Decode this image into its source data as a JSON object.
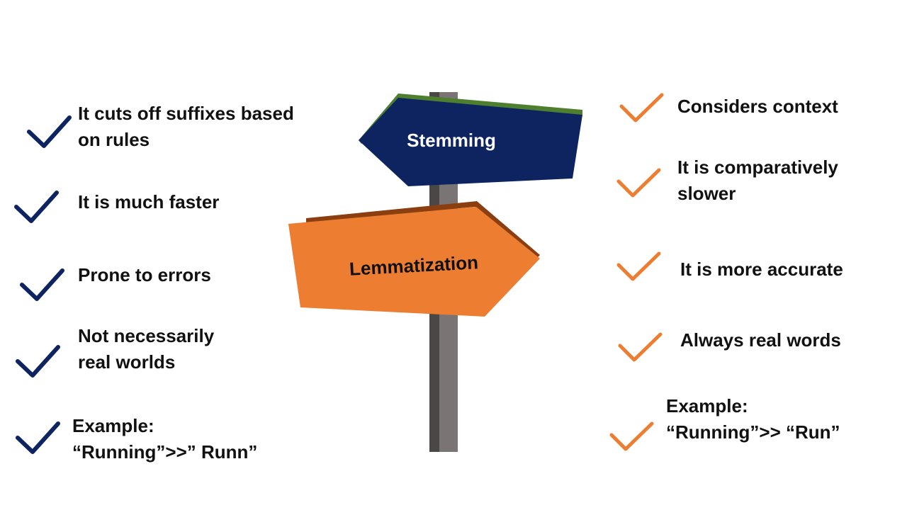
{
  "signs": {
    "stemming": "Stemming",
    "lemmatization": "Lemmatization"
  },
  "stemming_points": [
    "It cuts off suffixes based\non rules",
    "It is much faster",
    "Prone to errors",
    "Not necessarily\nreal worlds",
    "Example:\n“Running”>>” Runn”"
  ],
  "lemmatization_points": [
    "Considers context",
    "It is comparatively\nslower",
    "It is more accurate",
    "Always real words",
    "Example:\n“Running”>> “Run”"
  ],
  "colors": {
    "stemming": "#0d2461",
    "stemming_top": "#4e7f2f",
    "lemmatization": "#ed7d31",
    "lemmatization_top": "#8b3f10",
    "pole": "#6d6867"
  },
  "icons": {
    "stemming_check": "check-icon",
    "lemmatization_check": "check-icon"
  }
}
